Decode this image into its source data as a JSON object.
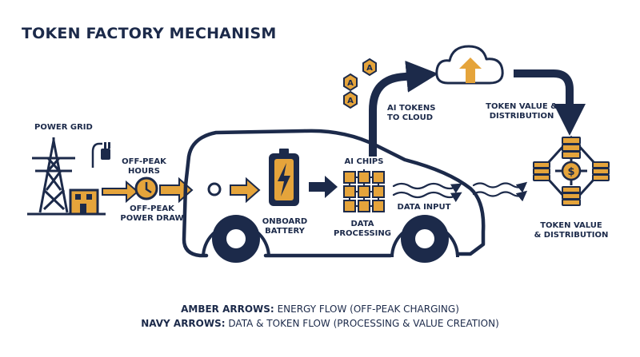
{
  "title": "TOKEN FACTORY MECHANISM",
  "labels": {
    "power_grid": "POWER GRID",
    "off_peak_hours_1": "OFF-PEAK",
    "off_peak_hours_2": "HOURS",
    "off_peak_draw_1": "OFF-PEAK",
    "off_peak_draw_2": "POWER DRAW",
    "onboard_battery_1": "ONBOARD",
    "onboard_battery_2": "BATTERY",
    "ai_chips": "AI CHIPS",
    "data_processing_1": "DATA",
    "data_processing_2": "PROCESSING",
    "data_input": "DATA INPUT",
    "ai_tokens_cloud_1": "AI TOKENS",
    "ai_tokens_cloud_2": "TO CLOUD",
    "token_value_dist_top_1": "TOKEN VALUE &",
    "token_value_dist_top_2": "DISTRIBUTION",
    "token_value_dist_bottom_1": "TOKEN VALUE",
    "token_value_dist_bottom_2": "& DISTRIBUTION",
    "token_glyph": "A"
  },
  "legend": {
    "amber_key": "AMBER ARROWS:",
    "amber_text": "ENERGY FLOW (OFF-PEAK CHARGING)",
    "navy_key": "NAVY ARROWS:",
    "navy_text": "DATA & TOKEN FLOW (PROCESSING & VALUE CREATION)"
  },
  "colors": {
    "navy": "#1c2a4a",
    "amber": "#e5a43b"
  }
}
